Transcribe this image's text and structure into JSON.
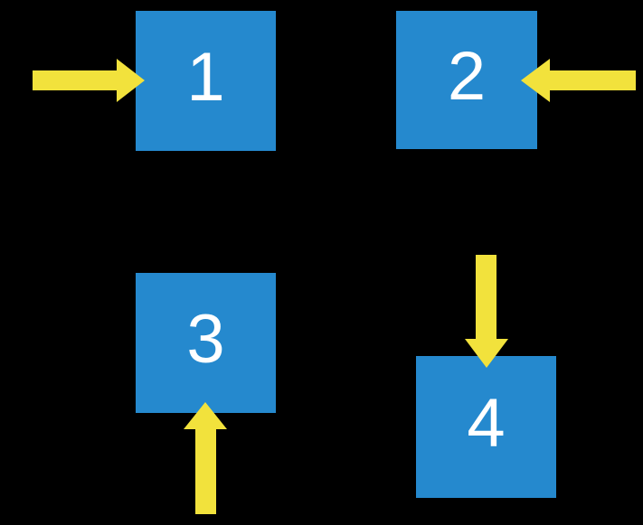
{
  "diagram": {
    "description": "Four numbered squares each with a block arrow pointing into it",
    "background_color": "#000000",
    "colors": {
      "square_fill": "#2589CE",
      "arrow_fill": "#F2E23C",
      "number_text": "#FFFFFF"
    },
    "squares": [
      {
        "label": "1",
        "arrow_direction": "right",
        "arrow_enters_from": "left side"
      },
      {
        "label": "2",
        "arrow_direction": "left",
        "arrow_enters_from": "right side"
      },
      {
        "label": "3",
        "arrow_direction": "up",
        "arrow_enters_from": "bottom side"
      },
      {
        "label": "4",
        "arrow_direction": "down",
        "arrow_enters_from": "top side"
      }
    ]
  }
}
